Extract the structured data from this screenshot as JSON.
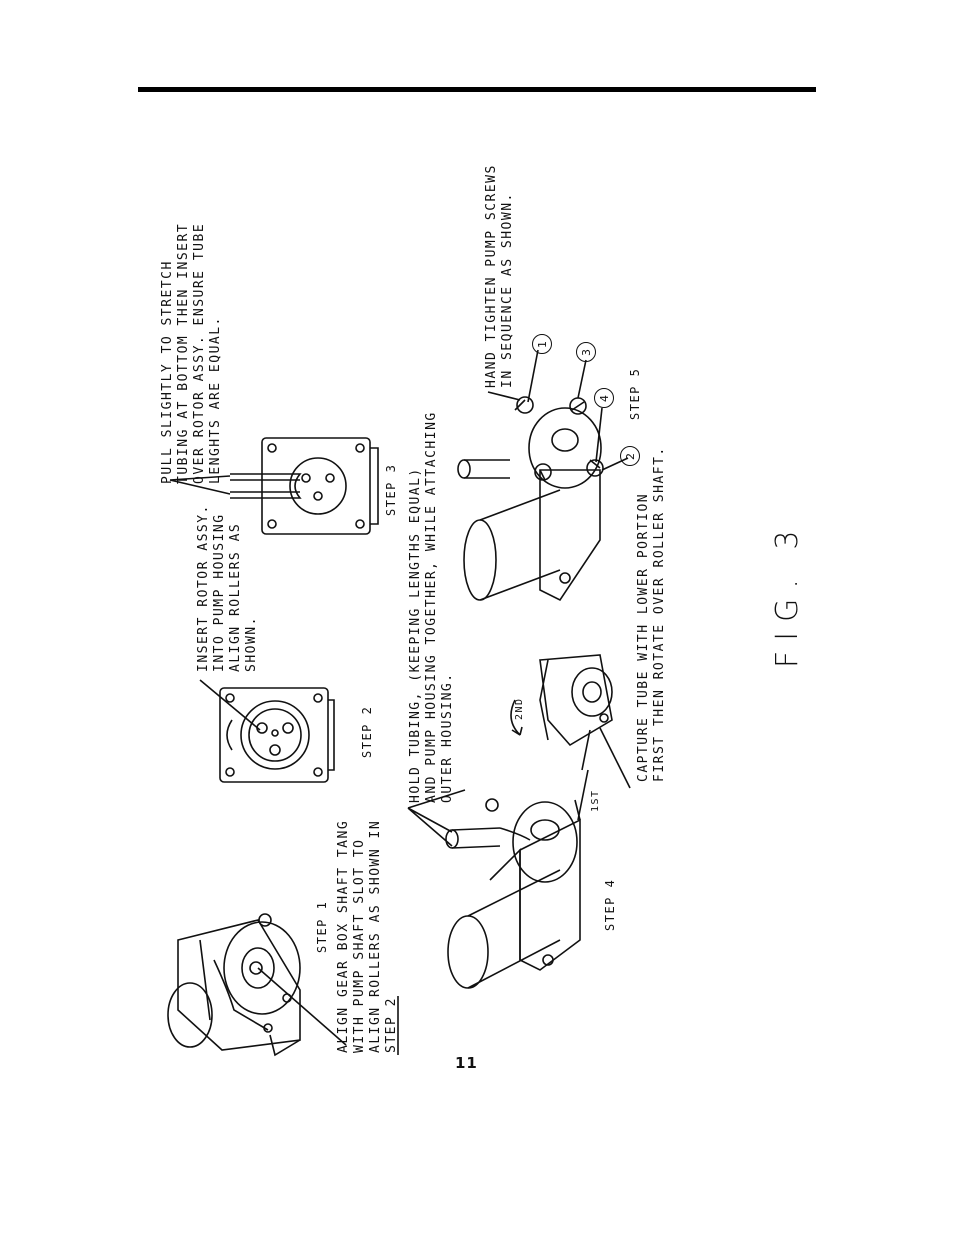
{
  "page_number": "11",
  "figure_label": "FIG. 3",
  "steps": {
    "step1": {
      "label": "STEP 1",
      "instruction": "ALIGN GEAR BOX SHAFT TANG\nWITH PUMP SHAFT SLOT TO\nALIGN ROLLERS AS SHOWN IN\nSTEP 2"
    },
    "step2": {
      "label": "STEP 2",
      "instruction": "INSERT ROTOR ASSY.\nINTO PUMP HOUSING\nALIGN ROLLERS AS\nSHOWN."
    },
    "step3": {
      "label": "STEP 3",
      "instruction": "PULL SLIGHTLY TO STRETCH\nTUBING AT BOTTOM THEN INSERT\nOVER ROTOR ASSY. ENSURE TUBE\nLENGHTS ARE EQUAL."
    },
    "step4": {
      "label": "STEP 4",
      "instruction": "HOLD TUBING, (KEEPING LENGTHS EQUAL)\nAND PUMP HOUSING TOGETHER, WHILE ATTACHING\nOUTER HOUSING.",
      "capture_note": "CAPTURE TUBE WITH LOWER PORTION\nFIRST THEN ROTATE OVER ROLLER SHAFT.",
      "first_label": "1ST",
      "second_label": "2ND"
    },
    "step5": {
      "label": "STEP 5",
      "instruction": "HAND TIGHTEN PUMP SCREWS\nIN SEQUENCE AS SHOWN.",
      "screw_numbers": [
        "1",
        "2",
        "3",
        "4"
      ]
    }
  }
}
